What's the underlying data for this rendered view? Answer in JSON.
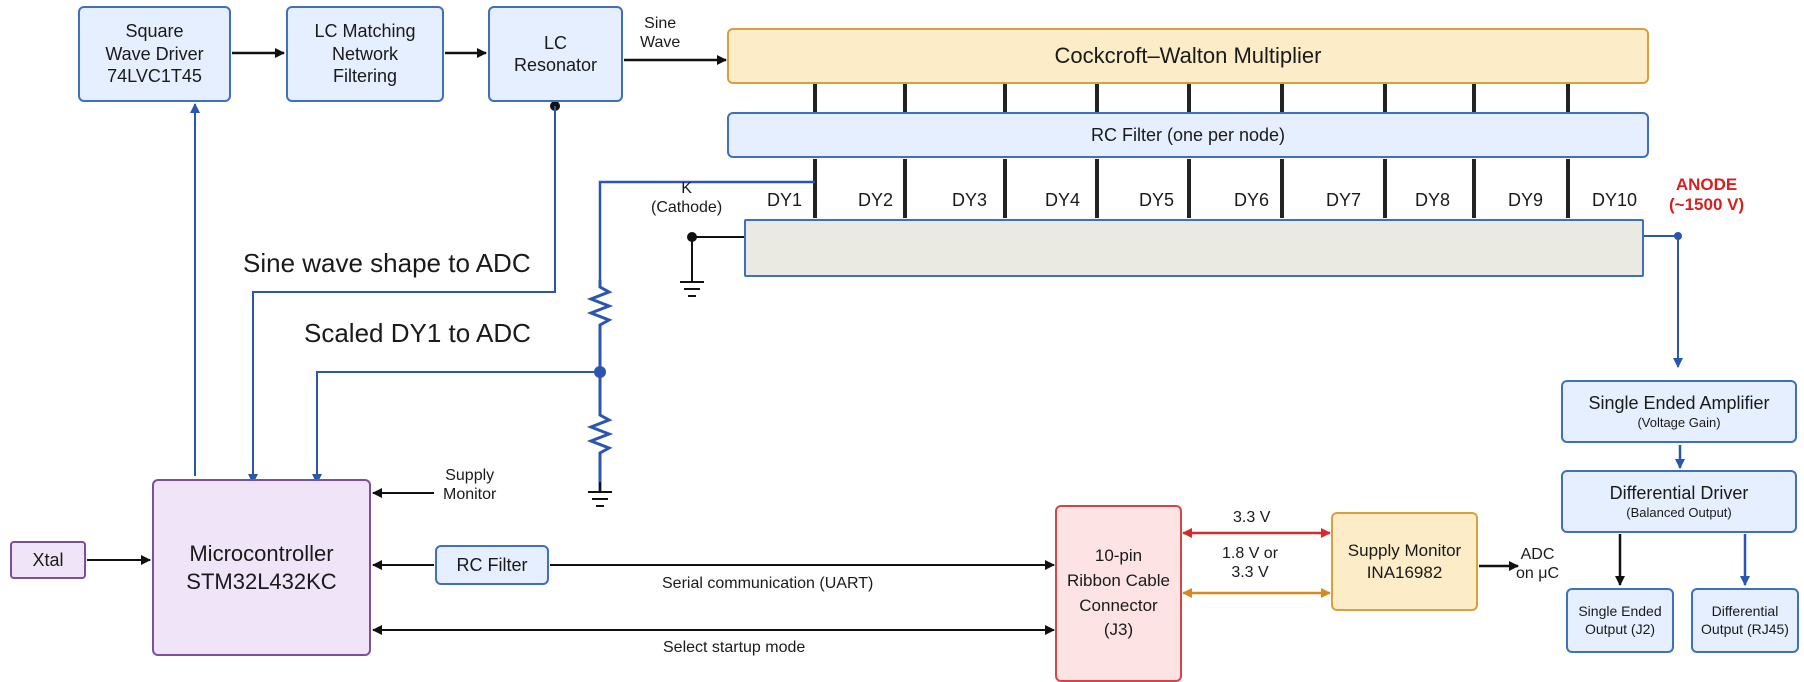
{
  "blocks": {
    "square": [
      "Square",
      "Wave Driver",
      "74LVC1T45"
    ],
    "lc_match": [
      "LC Matching",
      "Network",
      "Filtering"
    ],
    "lc_res": [
      "LC",
      "Resonator"
    ],
    "cw": "Cockcroft–Walton Multiplier",
    "rc_node": "RC Filter (one per node)",
    "mcu": [
      "Microcontroller",
      "STM32L432KC"
    ],
    "xtal": "Xtal",
    "rc_filter": "RC Filter",
    "ribbon": [
      "10-pin",
      "Ribbon Cable",
      "Connector",
      "(J3)"
    ],
    "supply_mon": [
      "Supply Monitor",
      "INA16982"
    ],
    "se_amp": {
      "title": "Single Ended Amplifier",
      "sub": "(Voltage Gain)"
    },
    "diff_drv": {
      "title": "Differential Driver",
      "sub": "(Balanced Output)"
    },
    "se_out": [
      "Single Ended",
      "Output (J2)"
    ],
    "diff_out": [
      "Differential",
      "Output (RJ45)"
    ]
  },
  "dynodes": [
    "DY1",
    "DY2",
    "DY3",
    "DY4",
    "DY5",
    "DY6",
    "DY7",
    "DY8",
    "DY9",
    "DY10"
  ],
  "labels": {
    "sine_wave": [
      "Sine",
      "Wave"
    ],
    "cathode": [
      "K",
      "(Cathode)"
    ],
    "anode": [
      "ANODE",
      "(~1500 V)"
    ],
    "sine_adc": "Sine wave shape to ADC",
    "scaled_dy1": "Scaled DY1 to ADC",
    "supply_monitor": [
      "Supply",
      "Monitor"
    ],
    "uart": "Serial communication (UART)",
    "startup": "Select startup mode",
    "v33": "3.3 V",
    "v18": [
      "1.8 V or",
      "3.3 V"
    ],
    "adc_uc": [
      "ADC",
      "on μC"
    ]
  },
  "colors": {
    "block_blue": "#e6efff",
    "multiplier_orange": "#fdecc8",
    "mcu_purple": "#efe4f8",
    "connector_red": "#fde3e3",
    "anode_red": "#d62020",
    "wire_blue": "#2a55b0",
    "wire_red": "#d62a2a",
    "wire_orange": "#d98a1f"
  }
}
